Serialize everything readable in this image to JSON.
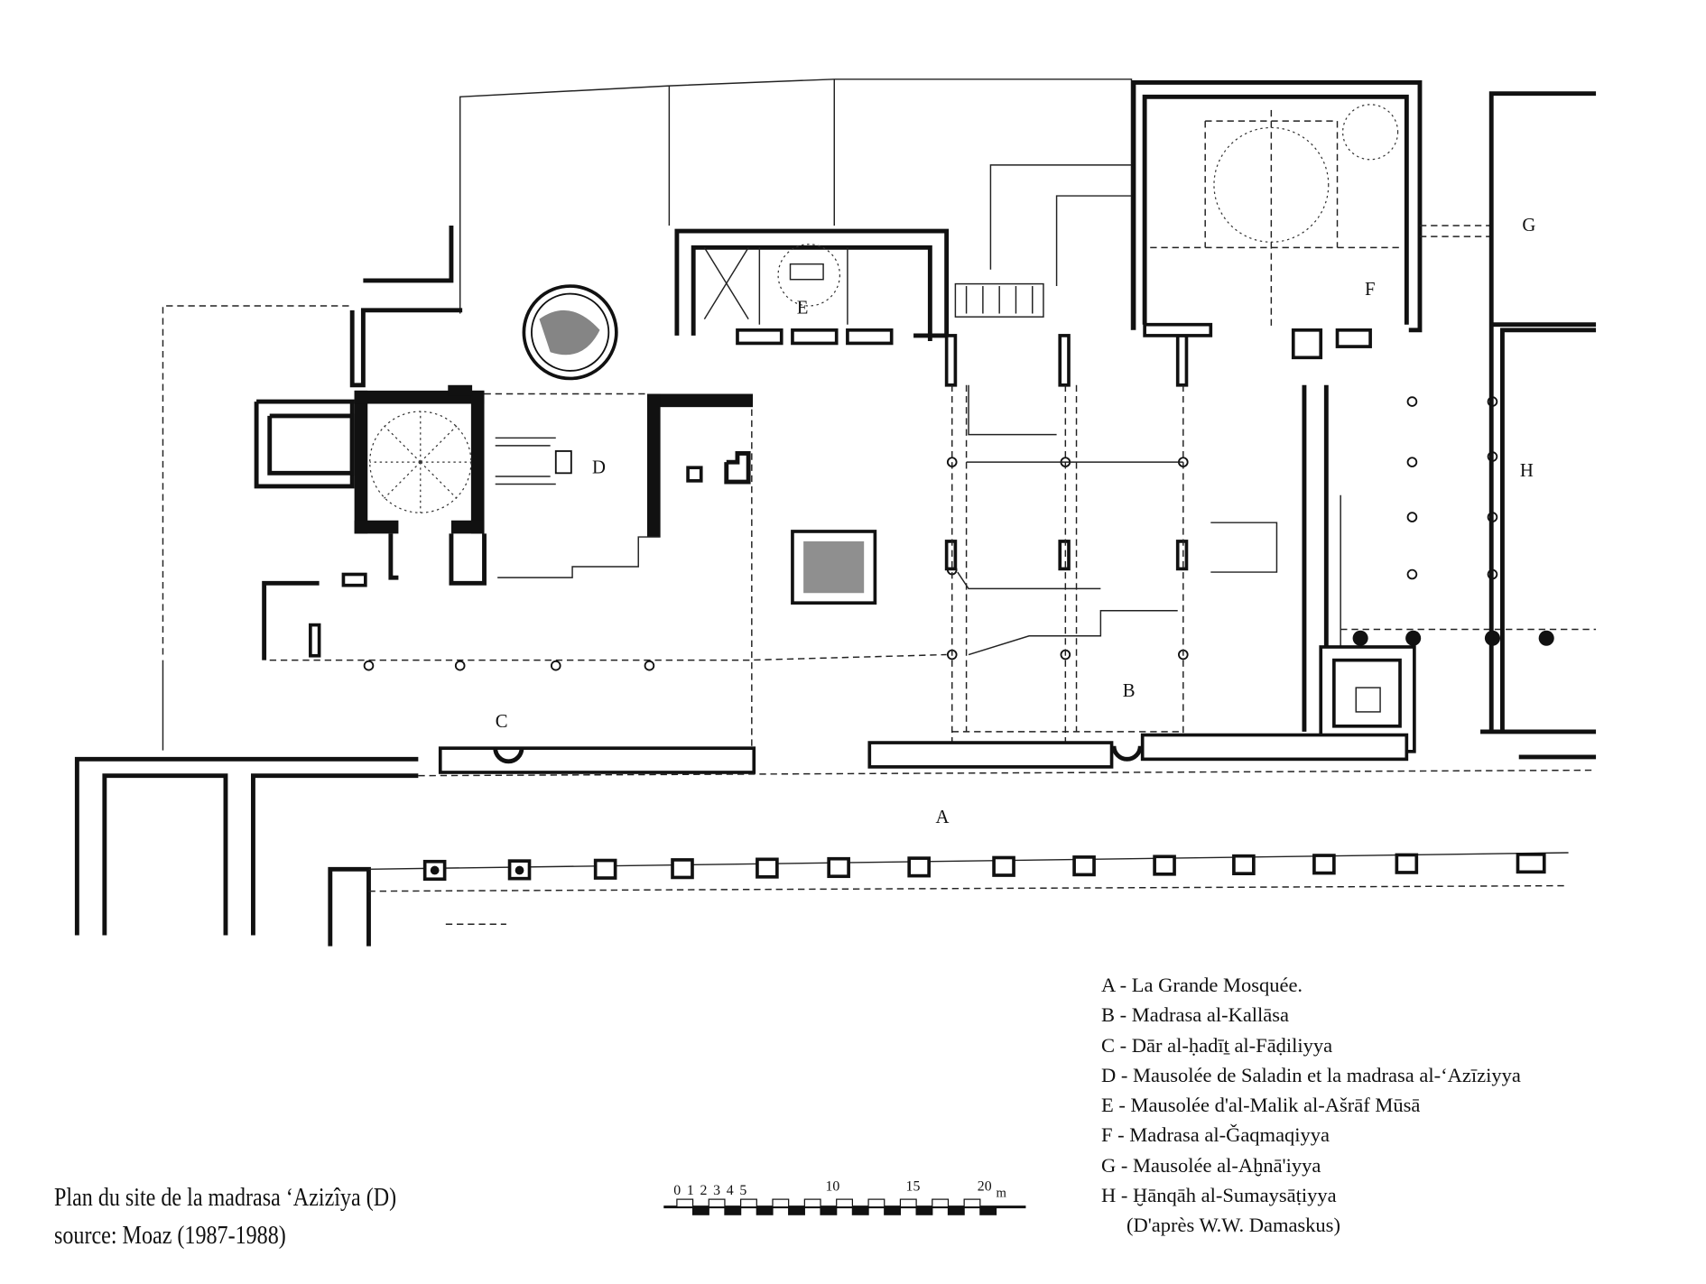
{
  "plan": {
    "labels": {
      "A": "A",
      "B": "B",
      "C": "C",
      "D": "D",
      "E": "E",
      "F": "F",
      "G": "G",
      "H": "H"
    }
  },
  "legend": {
    "items": [
      "A - La Grande Mosquée.",
      "B - Madrasa al-Kallāsa",
      "C - Dār al-ḥadīṯ al-Fāḍiliyya",
      "D - Mausolée de Saladin et la madrasa al-‘Azīziyya",
      "E - Mausolée d'al-Malik al-Ašrāf Mūsā",
      "F - Madrasa al-Ǧaqmaqiyya",
      "G - Mausolée al-Aḫnā'iyya",
      "H - Ḫānqāh al-Sumaysāṭiyya"
    ],
    "source": "(D'après W.W. Damaskus)"
  },
  "caption": {
    "title": "Plan du site de la madrasa ‘Azizîya (D)",
    "source": "source: Moaz (1987-1988)"
  },
  "scale_bar": {
    "ticks": [
      "0",
      "1",
      "2",
      "3",
      "4",
      "5",
      "10",
      "15",
      "20"
    ],
    "unit": "m"
  }
}
